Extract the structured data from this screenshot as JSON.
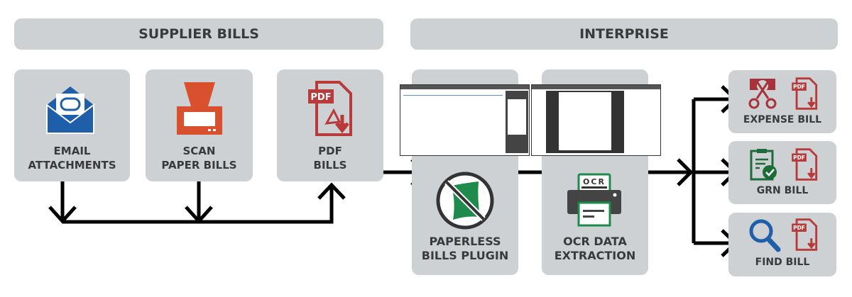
{
  "headers": {
    "supplier": "SUPPLIER BILLS",
    "interprise": "INTERPRISE"
  },
  "sources": [
    {
      "line1": "EMAIL",
      "line2": "ATTACHMENTS",
      "icon": "envelope-icon"
    },
    {
      "line1": "SCAN",
      "line2": "PAPER BILLS",
      "icon": "scanner-icon"
    },
    {
      "line1": "PDF",
      "line2": "BILLS",
      "icon": "pdf-icon"
    }
  ],
  "process": [
    {
      "line1": "PAPERLESS",
      "line2": "BILLS PLUGIN",
      "icon": "no-paper-icon"
    },
    {
      "line1": "OCR DATA",
      "line2": "EXTRACTION",
      "icon": "ocr-printer-icon",
      "icon_text": "OCR"
    }
  ],
  "outputs": [
    {
      "label": "EXPENSE BILL",
      "icon": "scissors-icon"
    },
    {
      "label": "GRN BILL",
      "icon": "clipboard-check-icon"
    },
    {
      "label": "FIND BILL",
      "icon": "magnifier-icon"
    }
  ],
  "pdf_badge": "PDF",
  "colors": {
    "box": "#cdd1d4",
    "text": "#3a3a3a",
    "blue": "#1f5ea8",
    "red": "#b83a3a",
    "scanner": "#d9502e",
    "green": "#1e8a4c"
  }
}
